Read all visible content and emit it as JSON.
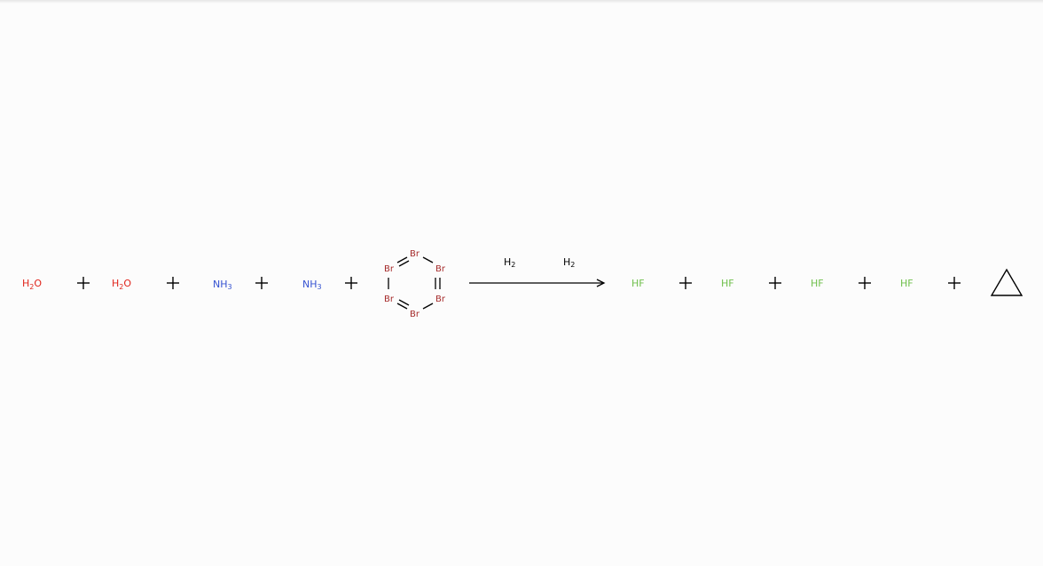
{
  "colors": {
    "oxygen": "#e0241b",
    "nitrogen": "#3451d1",
    "bromine": "#a52a2a",
    "fluorine": "#6fbf4b",
    "bond": "#000000",
    "background": "#fcfcfc"
  },
  "reactants": [
    {
      "main": "H",
      "sub": "2",
      "tail": "O"
    },
    {
      "main": "H",
      "sub": "2",
      "tail": "O"
    },
    {
      "main": "NH",
      "sub": "3",
      "tail": ""
    },
    {
      "main": "NH",
      "sub": "3",
      "tail": ""
    }
  ],
  "hexabromobenzene": {
    "atoms": [
      "Br",
      "Br",
      "Br",
      "Br",
      "Br",
      "Br"
    ]
  },
  "conditions": [
    {
      "main": "H",
      "sub": "2"
    },
    {
      "main": "H",
      "sub": "2"
    }
  ],
  "products": [
    "HF",
    "HF",
    "HF",
    "HF"
  ],
  "heat_symbol": "triangle-icon"
}
